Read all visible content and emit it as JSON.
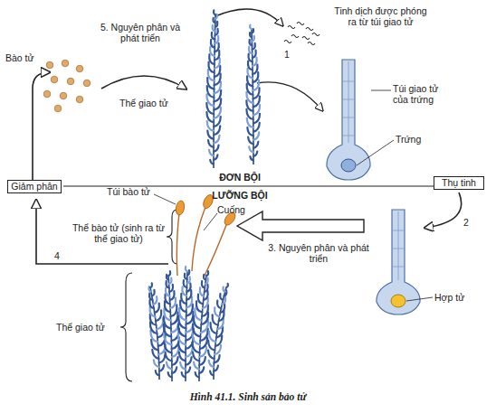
{
  "diagram": {
    "caption": "Hình 41.1. Sinh sản bảo tử",
    "nodes": [
      {
        "text": [
          "Giảm phân"
        ]
      },
      {
        "text": [
          "Thụ tinh"
        ]
      }
    ],
    "labels": [
      "5. Nguyên phân và phát triển",
      "Bào tử",
      "Thể giao tử",
      "1",
      "Tinh dịch được phóng ra từ túi giao tử",
      "Túi giao tử của trứng",
      "Trứng",
      "ĐƠN BỘI",
      "LƯỠNG BỘI",
      "Túi bào tử",
      "Cuống",
      "2",
      "Thể bào tử (sinh ra từ thể giao tử)",
      "4",
      "3. Nguyên phân và phát triển",
      "Hợp tử",
      "Thể giao tử"
    ]
  }
}
